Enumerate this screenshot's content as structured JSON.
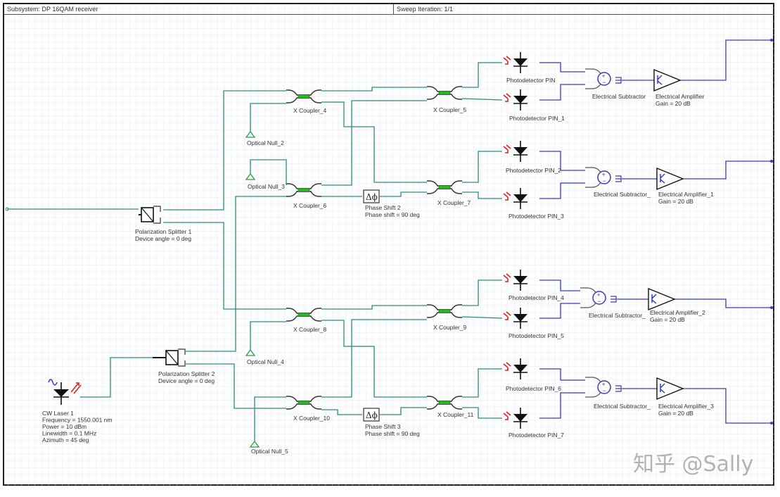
{
  "header": {
    "subsystem": "Subsystem: DP 16QAM receiver",
    "sweep": "Sweep Iteration: 1/1"
  },
  "laser": {
    "name": "CW Laser  1",
    "frequency": "Frequency = 1550.001  nm",
    "power": "Power = 10  dBm",
    "linewidth": "Linewidth = 0.1  MHz",
    "azimuth": "Azimuth = 45  deg"
  },
  "splitters": [
    {
      "name": "Polarization Splitter  1",
      "param": "Device angle = 0  deg"
    },
    {
      "name": "Polarization Splitter  2",
      "param": "Device angle = 0  deg"
    }
  ],
  "couplers": [
    "X Coupler_4",
    "X Coupler_5",
    "X Coupler_6",
    "X Coupler_7",
    "X Coupler_8",
    "X Coupler_9",
    "X Coupler_10",
    "X Coupler_11"
  ],
  "nulls": [
    "Optical Null_2",
    "Optical Null_3",
    "Optical Null_4",
    "Optical Null_5"
  ],
  "phase_shifts": [
    {
      "name": "Phase Shift  2",
      "param": "Phase shift = 90  deg"
    },
    {
      "name": "Phase Shift  3",
      "param": "Phase shift = 90  deg"
    }
  ],
  "photodetectors": [
    "Photodetector PIN",
    "Photodetector PIN_1",
    "Photodetector PIN_2",
    "Photodetector PIN_3",
    "Photodetector PIN_4",
    "Photodetector PIN_5",
    "Photodetector PIN_6",
    "Photodetector PIN_7"
  ],
  "subtractors": [
    "Electrical Subtractor",
    "Electrical Subtractor_",
    "Electrical Subtractor_",
    "Electrical Subtractor_"
  ],
  "amplifiers": [
    {
      "name": "Electrical Amplifier",
      "gain": "Gain = 20  dB"
    },
    {
      "name": "Electrical Amplifier_1",
      "gain": "Gain = 20  dB"
    },
    {
      "name": "Electrical Amplifier_2",
      "gain": "Gain = 20  dB"
    },
    {
      "name": "Electrical Amplifier_3",
      "gain": "Gain = 20  dB"
    }
  ],
  "watermark": "知乎 @Sally",
  "colors": {
    "optical_wire": "#2e8b7a",
    "electrical_wire": "#3a3ab8",
    "coupler_core": "#22bb22",
    "null": "#2e9a4a",
    "laser_arrow": "#dd2222",
    "grid": "#dbe4ef"
  }
}
